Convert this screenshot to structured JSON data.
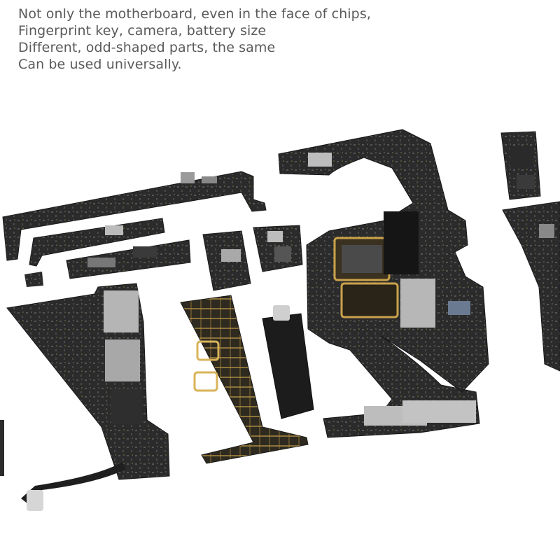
{
  "caption": {
    "lines": [
      "Not only the motherboard, even in the face of chips,",
      "Fingerprint key, camera, battery size",
      "Different, odd-shaped parts, the same",
      "Can be used universally."
    ]
  },
  "colors": {
    "background": "#ffffff",
    "caption_text": "#5a5a5a",
    "pcb_dark": "#2a2a2a",
    "gold_trace": "#c9a24a",
    "shield_silver": "#b9b9b9"
  }
}
